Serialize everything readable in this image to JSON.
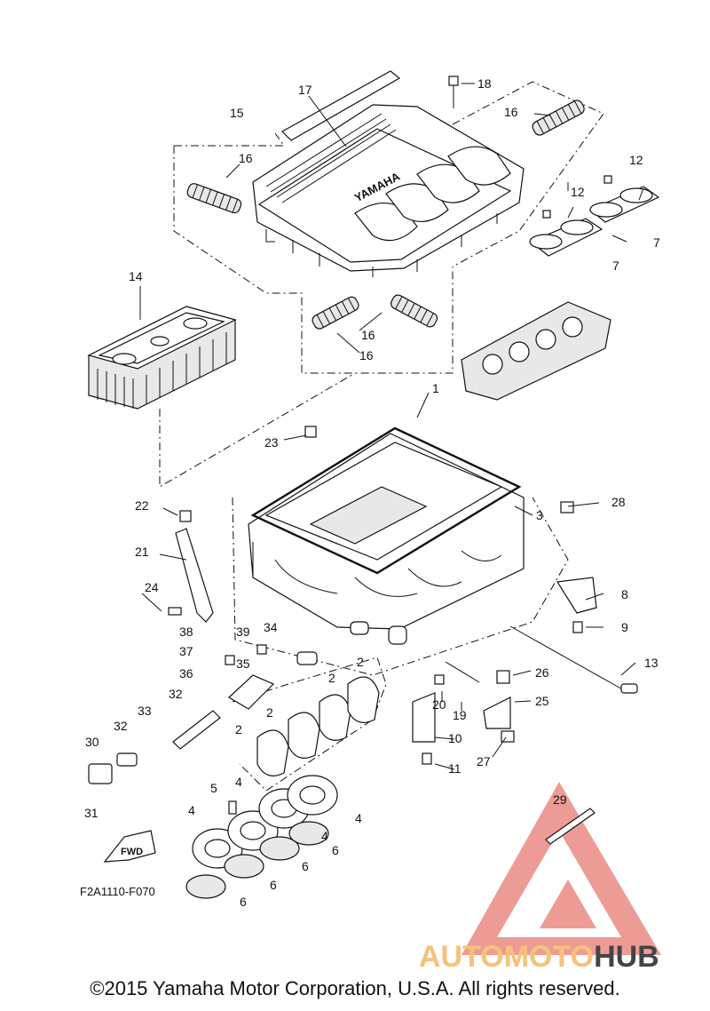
{
  "diagram": {
    "drawing_code": "F2A1110-F070",
    "fwd_label": "FWD",
    "copyright": "©2015 Yamaha Motor Corporation, U.S.A. All rights reserved.",
    "cover_brand": "YAMAHA",
    "watermark": {
      "part1": "AUTOMOTO",
      "part2": "HUB",
      "color1": "#f5c27a",
      "color2": "#444444",
      "logo_color": "#e87a72"
    },
    "callouts": [
      "1",
      "2",
      "3",
      "4",
      "5",
      "6",
      "7",
      "8",
      "9",
      "10",
      "11",
      "12",
      "13",
      "14",
      "15",
      "16",
      "17",
      "18",
      "19",
      "20",
      "21",
      "22",
      "23",
      "24",
      "25",
      "26",
      "27",
      "28",
      "29",
      "30",
      "31",
      "32",
      "33",
      "34",
      "35",
      "36",
      "37",
      "38",
      "39"
    ]
  }
}
